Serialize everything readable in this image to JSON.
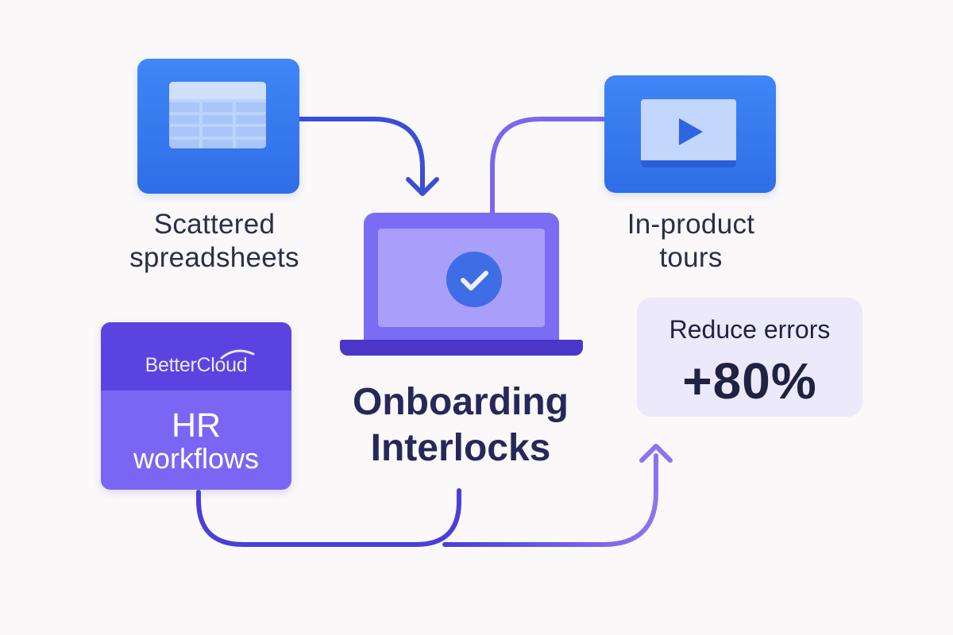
{
  "nodes": {
    "spreadsheets": {
      "icon": "spreadsheet-icon",
      "line1": "Scattered",
      "line2": "spreadsheets"
    },
    "tours": {
      "icon": "play-video-icon",
      "line1": "In-product",
      "line2": "tours"
    },
    "hub": {
      "icon": "laptop-check-icon",
      "title_line1": "Onboarding",
      "title_line2": "Interlocks"
    },
    "hr": {
      "brand": "BetterCloud",
      "line1": "HR",
      "line2": "workflows"
    },
    "result": {
      "label": "Reduce errors",
      "value": "+80%"
    }
  },
  "colors": {
    "background": "#faf8f8",
    "blue_tile": "#3377f0",
    "violet": "#7a66f3",
    "deep_violet": "#4a36c9",
    "arrow_blue": "#3a4fd6",
    "arrow_violet": "#7b66f0",
    "text_dark": "#26285a"
  }
}
